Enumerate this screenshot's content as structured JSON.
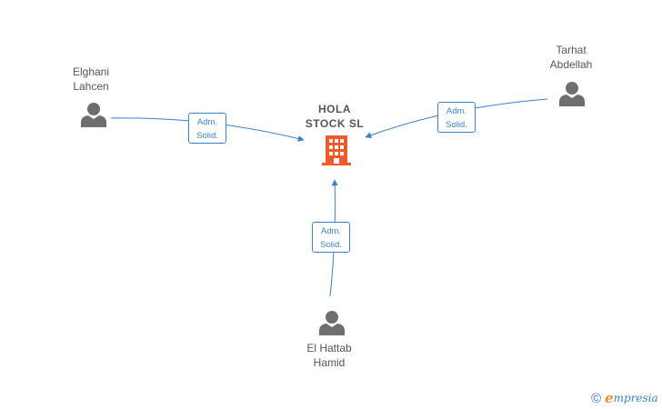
{
  "company": {
    "name_line1": "HOLA",
    "name_line2": "STOCK  SL",
    "icon": "building-icon",
    "color": "#f05a28"
  },
  "people": [
    {
      "id": "elghani",
      "name": "Elghani\nLahcen",
      "icon": "person-icon"
    },
    {
      "id": "tarhat",
      "name": "Tarhat\nAbdellah",
      "icon": "person-icon"
    },
    {
      "id": "elhattab",
      "name": "El Hattab\nHamid",
      "icon": "person-icon"
    }
  ],
  "edges": [
    {
      "from": "elghani",
      "line1": "Adm.",
      "line2": "Solid."
    },
    {
      "from": "tarhat",
      "line1": "Adm.",
      "line2": "Solid."
    },
    {
      "from": "elhattab",
      "line1": "Adm.",
      "line2": "Solid."
    }
  ],
  "colors": {
    "edge": "#3a7fd0",
    "person": "#6e6e6e",
    "text": "#555555"
  },
  "footer": {
    "copyright": "©",
    "brand_initial": "e",
    "brand_rest": "mpresia"
  }
}
